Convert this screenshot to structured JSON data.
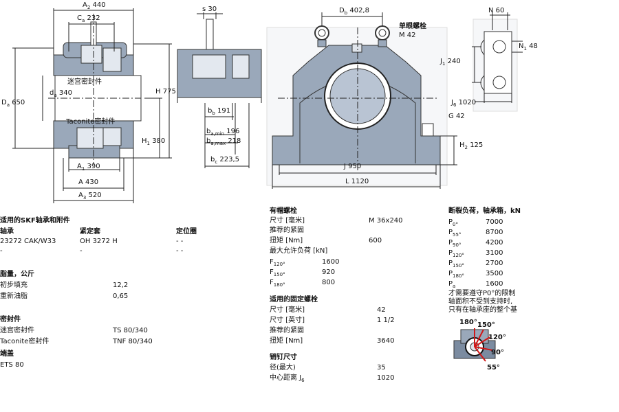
{
  "drawing": {
    "A2": "A",
    "A2_sub": "2",
    "A2_val": "440",
    "Ca": "C",
    "Ca_sub": "a",
    "Ca_val": "232",
    "s": "s",
    "s_val": "30",
    "Db": "D",
    "Db_sub": "b",
    "Db_val": "402,8",
    "single_bolt": "单眼螺栓",
    "single_bolt_size": "M 42",
    "N": "N",
    "N_val": "60",
    "N1": "N",
    "N1_sub": "1",
    "N1_val": "48",
    "J1": "J",
    "J1_sub": "1",
    "J1_val": "240",
    "J6": "J",
    "J6_sub": "6",
    "J6_val": "1020",
    "G": "G",
    "G_val": "42",
    "H2": "H",
    "H2_sub": "2",
    "H2_val": "125",
    "J": "J",
    "J_val": "950",
    "L": "L",
    "L_val": "1120",
    "Da": "D",
    "Da_sub": "a",
    "Da_val": "650",
    "da": "d",
    "da_sub": "a",
    "da_val": "340",
    "H": "H",
    "H_val": "775",
    "H1": "H",
    "H1_sub": "1",
    "H1_val": "380",
    "labyrinth": "迷宫密封件",
    "taconite": "Taconite密封件",
    "A1": "A",
    "A1_sub": "1",
    "A1_val": "390",
    "A": "A",
    "A_val": "430",
    "A3": "A",
    "A3_sub": "3",
    "A3_val": "520",
    "bb": "b",
    "bb_sub": "b",
    "bb_val": "191",
    "bamin": "b",
    "bamin_sub": "a,min",
    "bamin_val": "196",
    "bamax": "b",
    "bamax_sub": "a,max",
    "bamax_val": "218",
    "bc": "b",
    "bc_sub": "c",
    "bc_val": "223,5",
    "angle180": "180°",
    "angle150": "150°",
    "angle120": "120°",
    "angle90": "90°",
    "angle55": "55°"
  },
  "col1": {
    "title": "适用的SKF轴承和附件",
    "h_bearing": "轴承",
    "h_sleeve": "紧定套",
    "h_ring": "定位圈",
    "r1_bearing": "23272 CAK/W33",
    "r1_sleeve": "OH 3272 H",
    "r1_ring": "-   -",
    "r2_bearing": "-",
    "r2_sleeve": "-",
    "r2_ring": "-   -",
    "grease_title": "脂量，公斤",
    "initial_fill": "初步填充",
    "initial_fill_val": "12,2",
    "regrease": "重新油脂",
    "regrease_val": "0,65",
    "seal_title": "密封件",
    "seal_lab": "迷宫密封件",
    "seal_lab_val": "TS 80/340",
    "seal_tac": "Taconite密封件",
    "seal_tac_val": "TNF 80/340",
    "endcover_title": "端盖",
    "endcover_val": "ETS 80"
  },
  "col2": {
    "cap_title": "有帽螺栓",
    "size_mm": "尺寸 [毫米]",
    "size_mm_val": "M 36x240",
    "tighten": "推荐的紧固",
    "torque": "扭矩 [Nm]",
    "torque_val": "600",
    "max_load": "最大允许负荷 [kN]",
    "F120": "F",
    "F120_sub": "120°",
    "F120_val": "1600",
    "F150": "F",
    "F150_sub": "150°",
    "F150_val": "920",
    "F180": "F",
    "F180_sub": "180°",
    "F180_val": "800",
    "fix_title": "适用的固定螺栓",
    "fix_mm": "尺寸 [毫米]",
    "fix_mm_val": "42",
    "fix_in": "尺寸 [英寸]",
    "fix_in_val": "1 1/2",
    "fix_tighten": "推荐的紧固",
    "fix_torque": "扭矩 [Nm]",
    "fix_torque_val": "3640",
    "dowel_title": "销钉尺寸",
    "dia_max": "径(最大)",
    "dia_max_val": "35",
    "center_dist": "中心距离 J",
    "center_dist_sub": "6",
    "center_dist_val": "1020"
  },
  "col3": {
    "title": "断裂负荷，轴承箱，kN",
    "P0": "P",
    "P0_sub": "0°",
    "P0_val": "7000",
    "P55": "P",
    "P55_sub": "55°",
    "P55_val": "8700",
    "P90": "P",
    "P90_sub": "90°",
    "P90_val": "4200",
    "P120": "P",
    "P120_sub": "120°",
    "P120_val": "3100",
    "P150": "P",
    "P150_sub": "150°",
    "P150_val": "2700",
    "P180": "P",
    "P180_sub": "180°",
    "P180_val": "3500",
    "Pa": "P",
    "Pa_sub": "a",
    "Pa_val": "1600",
    "note1": "才需要遵守P0°的限制",
    "note2": "轴面积不受到支持时,",
    "note3": "只有在轴承座的整个基"
  },
  "colors": {
    "housing": "#9aa8ba",
    "housing_dark": "#5b6b80",
    "ring": "#1a1a1a",
    "accent_red": "#d01818",
    "bearing": "#b9c4d3"
  }
}
